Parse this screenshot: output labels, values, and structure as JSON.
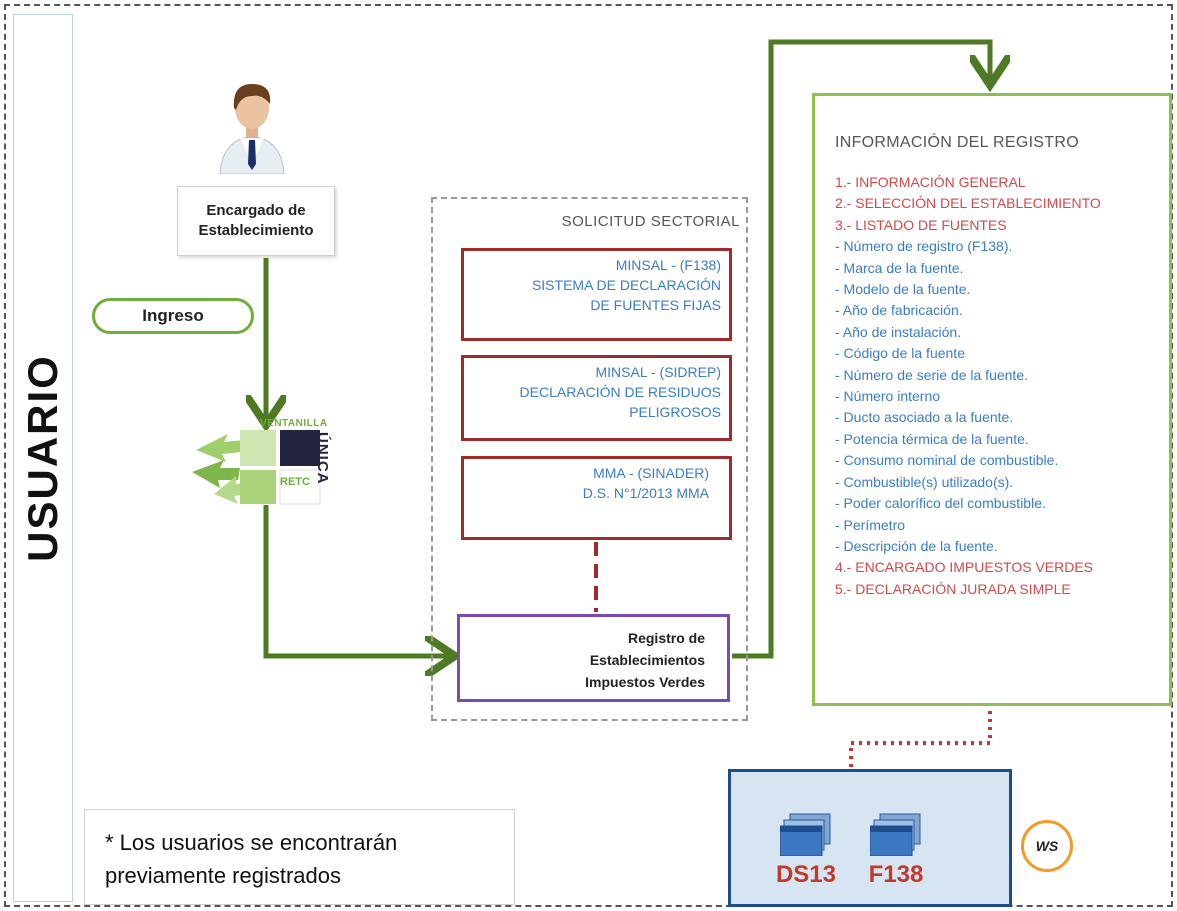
{
  "lane": {
    "label": "USUARIO"
  },
  "actor": {
    "label": "Encargado de Establecimiento"
  },
  "ingreso": {
    "label": "Ingreso"
  },
  "logo": {
    "line1": "VENTANILLA",
    "line2": "ÚNICA",
    "line3": "RETC"
  },
  "solicitud": {
    "title": "SOLICITUD SECTORIAL",
    "boxes": [
      {
        "lines": [
          "MINSAL - (F138)",
          "SISTEMA DE DECLARACIÓN",
          "DE FUENTES FIJAS"
        ]
      },
      {
        "lines": [
          "MINSAL - (SIDREP)",
          "DECLARACIÓN DE RESIDUOS",
          "PELIGROSOS"
        ]
      },
      {
        "lines": [
          "MMA - (SINADER)",
          "D.S. N°1/2013 MMA"
        ]
      }
    ]
  },
  "registro": {
    "lines": [
      "Registro de",
      "Establecimientos",
      "Impuestos Verdes"
    ]
  },
  "info": {
    "title": "INFORMACIÓN DEL REGISTRO",
    "items": [
      {
        "text": "1.- INFORMACIÓN GENERAL",
        "kind": "sec"
      },
      {
        "text": "2.- SELECCIÓN DEL ESTABLECIMIENTO",
        "kind": "sec"
      },
      {
        "text": "3.- LISTADO DE FUENTES",
        "kind": "sec"
      },
      {
        "text": "- Número de registro (F138).",
        "kind": "sub"
      },
      {
        "text": "- Marca de la fuente.",
        "kind": "sub"
      },
      {
        "text": "- Modelo de la fuente.",
        "kind": "sub"
      },
      {
        "text": "- Año de fabricación.",
        "kind": "sub"
      },
      {
        "text": "- Año de instalación.",
        "kind": "sub"
      },
      {
        "text": "- Código de la fuente",
        "kind": "sub"
      },
      {
        "text": "- Número de serie de la fuente.",
        "kind": "sub"
      },
      {
        "text": "- Número interno",
        "kind": "sub"
      },
      {
        "text": "- Ducto asociado a la fuente.",
        "kind": "sub"
      },
      {
        "text": "- Potencia térmica de la fuente.",
        "kind": "sub"
      },
      {
        "text": "- Consumo nominal de combustible.",
        "kind": "sub"
      },
      {
        "text": "- Combustible(s) utilizado(s).",
        "kind": "sub"
      },
      {
        "text": "- Poder calorífico del combustible.",
        "kind": "sub"
      },
      {
        "text": "- Perímetro",
        "kind": "sub"
      },
      {
        "text": "- Descripción de la fuente.",
        "kind": "sub"
      },
      {
        "text": "4.- ENCARGADO IMPUESTOS VERDES",
        "kind": "sec"
      },
      {
        "text": "5.- DECLARACIÓN JURADA SIMPLE",
        "kind": "sec"
      }
    ]
  },
  "note": {
    "lines": [
      "* Los usuarios se encontrarán",
      "previamente registrados"
    ]
  },
  "systems": {
    "items": [
      "DS13",
      "F138"
    ],
    "ws_label": "WS"
  },
  "colors": {
    "flow_arrow": "#4e7a23",
    "red_box": "#a12a2a",
    "sub_text": "#3a7dc8",
    "sec_text": "#d14a4a",
    "info_border": "#8dc04a",
    "registro_border": "#7a4bb0"
  }
}
